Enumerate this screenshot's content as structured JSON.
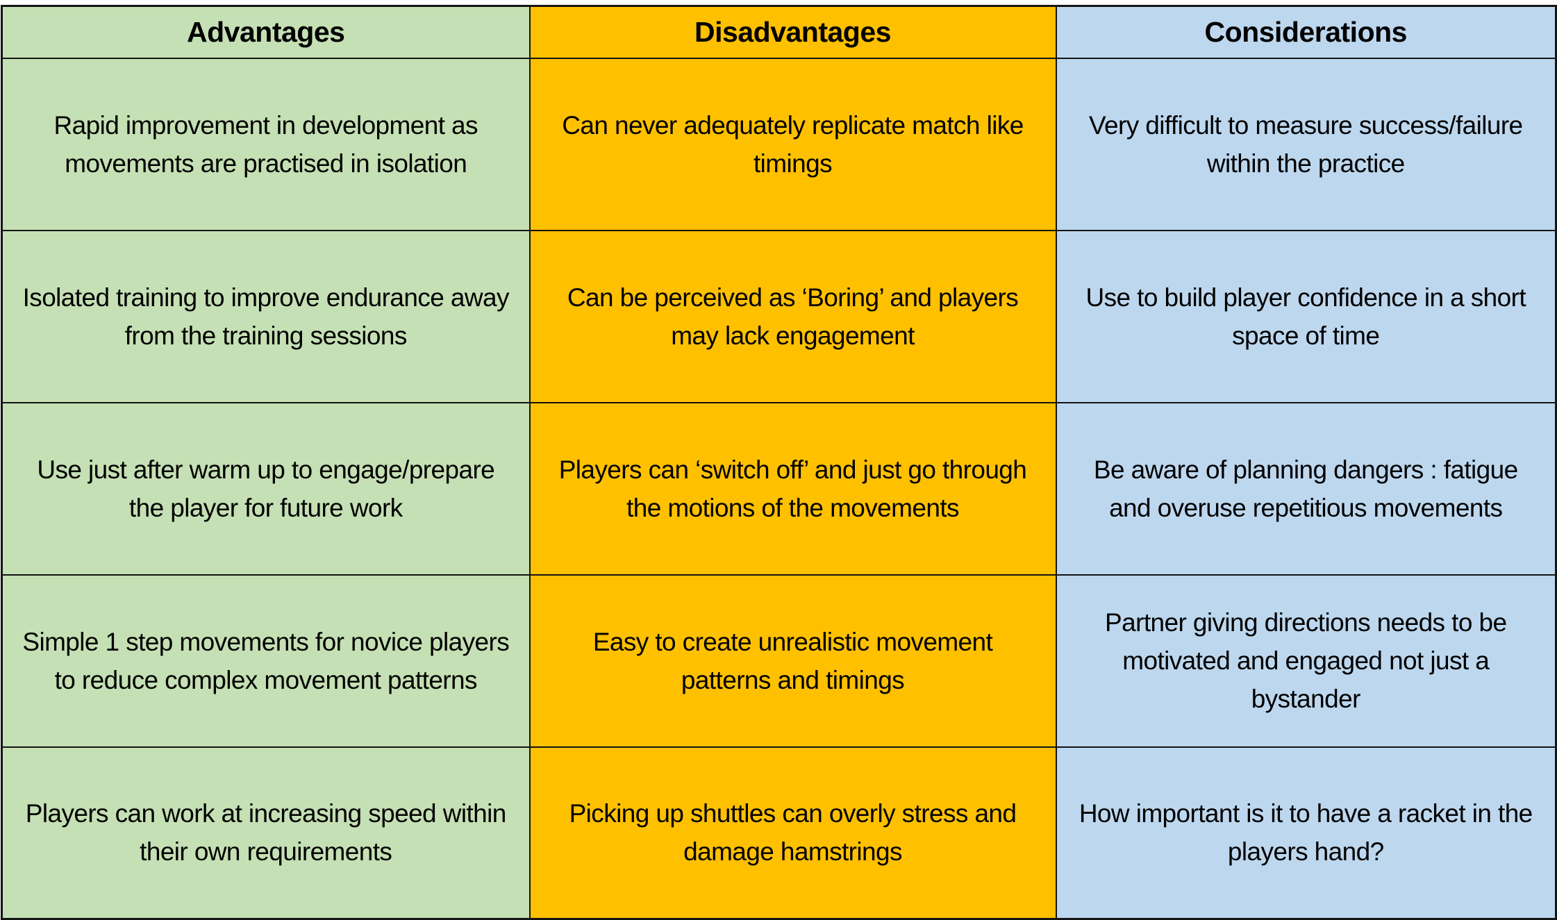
{
  "table": {
    "colors": {
      "advantages": "#c5e0b4",
      "disadvantages": "#ffc000",
      "considerations": "#bdd7ee",
      "border": "#141414"
    },
    "headers": {
      "advantages": "Advantages",
      "disadvantages": "Disadvantages",
      "considerations": "Considerations"
    },
    "rows": [
      {
        "advantages": "Rapid improvement in development as movements are practised in isolation",
        "disadvantages": "Can never adequately replicate match like timings",
        "considerations": "Very difficult to measure success/failure within the practice"
      },
      {
        "advantages": "Isolated training to improve endurance away from the training sessions",
        "disadvantages": "Can be perceived as ‘Boring’ and players may lack engagement",
        "considerations": "Use to build player confidence in a short space of time"
      },
      {
        "advantages": "Use just after warm up to engage/prepare the player for future work",
        "disadvantages": "Players can ‘switch off’ and just go through the motions of the movements",
        "considerations": "Be aware of planning dangers : fatigue and overuse repetitious movements"
      },
      {
        "advantages": "Simple 1 step movements for novice players to reduce complex movement patterns",
        "disadvantages": "Easy to create unrealistic movement patterns and timings",
        "considerations": "Partner giving directions needs to be motivated and engaged not just a bystander"
      },
      {
        "advantages": "Players can work at increasing speed within their own requirements",
        "disadvantages": "Picking up shuttles can overly stress and damage hamstrings",
        "considerations": "How important is it to have a racket in the players hand?"
      }
    ]
  }
}
